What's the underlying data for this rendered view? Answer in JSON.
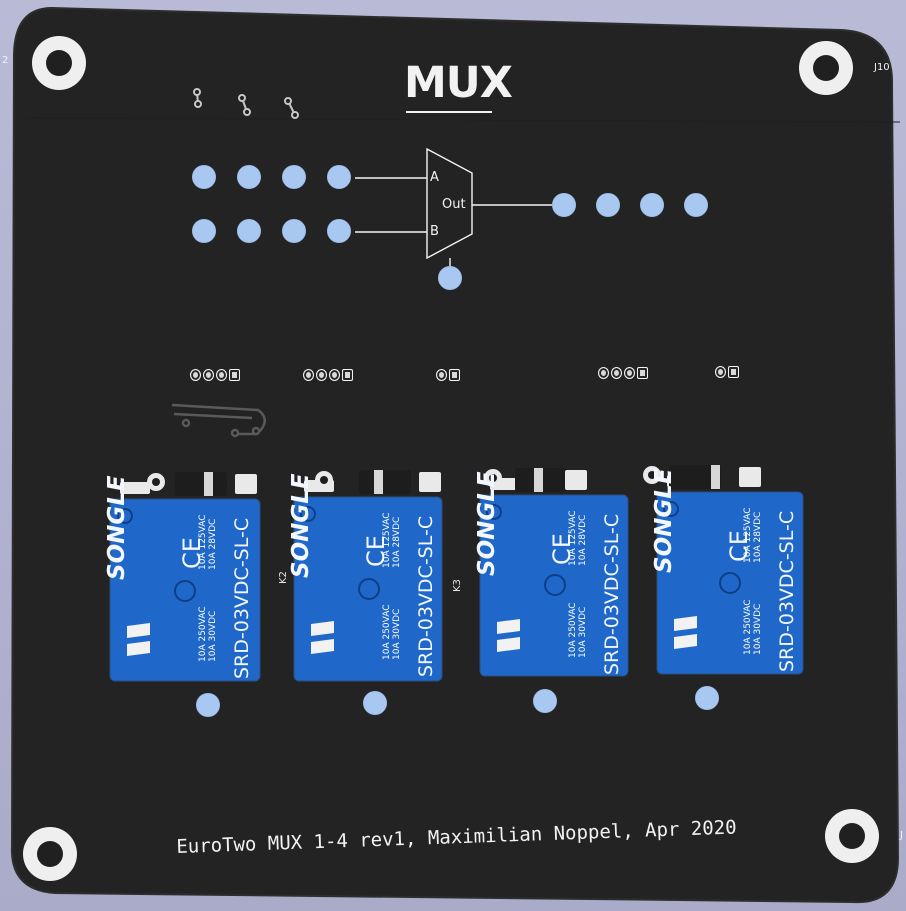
{
  "board": {
    "title": "MUX",
    "footer": "EuroTwo MUX 1-4 rev1, Maximilian Noppel, Apr 2020",
    "ref_left": "2",
    "ref_right": "J10",
    "ref_right_bottom": "J",
    "colors": {
      "background": "#b3b5d1",
      "board": "#232323",
      "pad": "#a8c8f2",
      "silkscreen": "#f5f5f5",
      "relay": "#1f67c8"
    }
  },
  "mux_symbol": {
    "input_a": "A",
    "input_b": "B",
    "output": "Out"
  },
  "relays": [
    {
      "ref": "",
      "brand": "SONGLE",
      "model": "SRD-03VDC-SL-C",
      "ratings_top": [
        "10A",
        "125VAC",
        "10A",
        "28VDC"
      ],
      "ratings_bottom": [
        "10A",
        "250VAC",
        "10A",
        "30VDC"
      ],
      "ce": "CE"
    },
    {
      "ref": "K2",
      "brand": "SONGLE",
      "model": "SRD-03VDC-SL-C",
      "ratings_top": [
        "10A",
        "125VAC",
        "10A",
        "28VDC"
      ],
      "ratings_bottom": [
        "10A",
        "250VAC",
        "10A",
        "30VDC"
      ],
      "ce": "CE"
    },
    {
      "ref": "K3",
      "brand": "SONGLE",
      "model": "SRD-03VDC-SL-C",
      "ratings_top": [
        "10A",
        "125VAC",
        "10A",
        "28VDC"
      ],
      "ratings_bottom": [
        "10A",
        "250VAC",
        "10A",
        "30VDC"
      ],
      "ce": "CE"
    },
    {
      "ref": "",
      "brand": "SONGLE",
      "model": "SRD-03VDC-SL-C",
      "ratings_top": [
        "10A",
        "125VAC",
        "10A",
        "28VDC"
      ],
      "ratings_bottom": [
        "10A",
        "250VAC",
        "10A",
        "30VDC"
      ],
      "ce": "CE"
    }
  ]
}
